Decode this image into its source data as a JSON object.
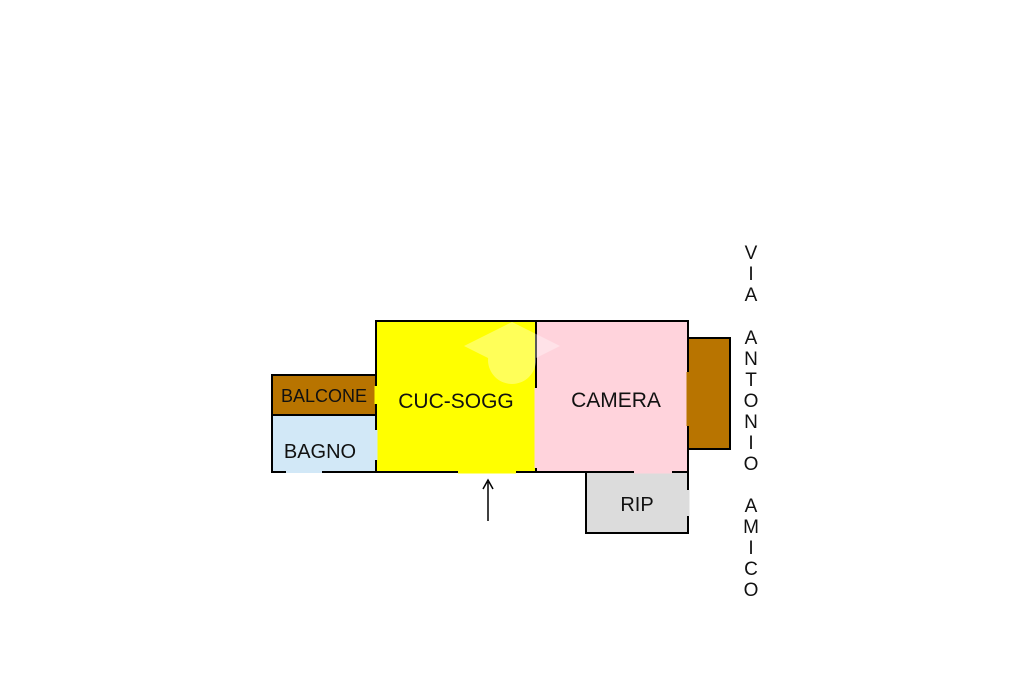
{
  "rooms": {
    "balcone": {
      "label": "BALCONE",
      "color": "#b87400"
    },
    "bagno": {
      "label": "BAGNO",
      "color": "#d2e8f7"
    },
    "cucina_soggiorno": {
      "label": "CUC-SOGG",
      "color": "#ffff00"
    },
    "camera": {
      "label": "CAMERA",
      "color": "#ffd3dc"
    },
    "ripostiglio": {
      "label": "RIP",
      "color": "#dcdcdc"
    },
    "balcone_camera": {
      "label": "",
      "color": "#b87400"
    }
  },
  "street": {
    "word1": "VIA",
    "word2": "ANTONIO",
    "word3": "AMICO"
  },
  "colors": {
    "wall": "#000000",
    "background": "#ffffff"
  },
  "icons": {
    "entrance": "entrance-arrow-icon",
    "watermark": "watermark-logo-icon"
  }
}
